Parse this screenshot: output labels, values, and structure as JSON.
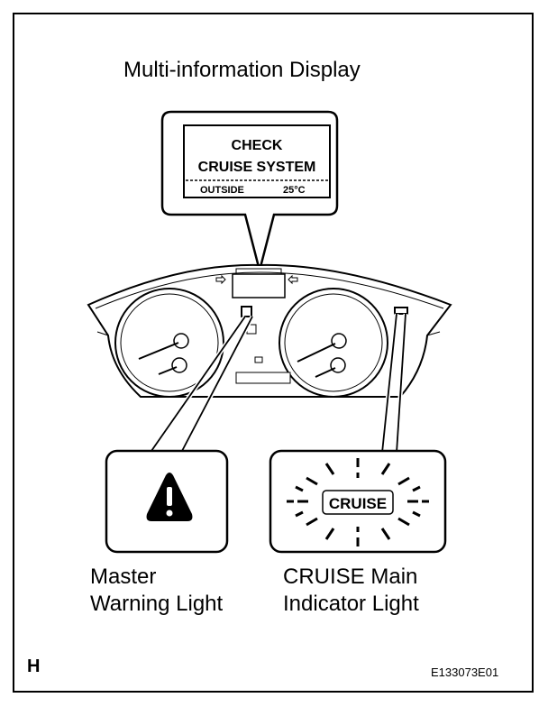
{
  "figure": {
    "title": "Multi-information Display",
    "display_line1": "CHECK",
    "display_line2": "CRUISE SYSTEM",
    "display_status_left": "OUTSIDE",
    "display_status_right": "25°C",
    "master_warning_line1": "Master",
    "master_warning_line2": "Warning Light",
    "cruise_indicator_text": "CRUISE",
    "cruise_main_line1": "CRUISE Main",
    "cruise_main_line2": "Indicator Light",
    "corner_letter": "H",
    "figure_code": "E133073E01"
  }
}
